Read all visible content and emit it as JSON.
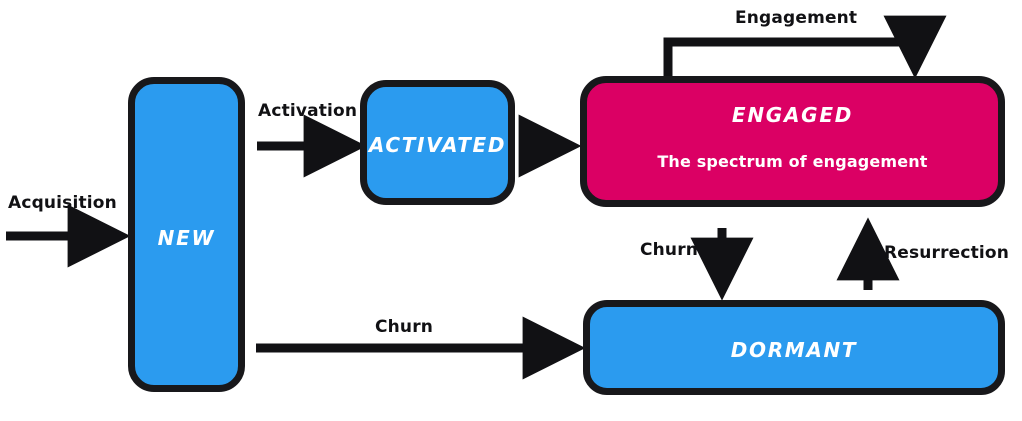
{
  "diagram": {
    "title": "User lifecycle state diagram",
    "colors": {
      "blue": "#2B9BEF",
      "magenta": "#DB0064",
      "stroke": "#18181b",
      "label_text": "#111114",
      "node_text": "#ffffff",
      "background": "#ffffff"
    },
    "nodes": [
      {
        "id": "new",
        "label": "New",
        "color": "blue"
      },
      {
        "id": "activated",
        "label": "Activated",
        "color": "blue"
      },
      {
        "id": "engaged",
        "label": "Engaged",
        "color": "magenta"
      },
      {
        "id": "dormant",
        "label": "Dormant",
        "color": "blue"
      }
    ],
    "inner_captions": [
      {
        "id": "spectrum",
        "text": "The spectrum of engagement",
        "node": "engaged"
      }
    ],
    "edges": [
      {
        "id": "acquisition",
        "label": "Acquisition",
        "from": "external",
        "to": "new",
        "arrow": "single"
      },
      {
        "id": "activation",
        "label": "Activation",
        "from": "new",
        "to": "activated",
        "arrow": "single"
      },
      {
        "id": "to-engaged",
        "label": "",
        "from": "activated",
        "to": "engaged",
        "arrow": "single"
      },
      {
        "id": "engagement-loop",
        "label": "Engagement",
        "from": "engaged",
        "to": "engaged",
        "arrow": "single"
      },
      {
        "id": "churn-engaged",
        "label": "Churn",
        "from": "engaged",
        "to": "dormant",
        "arrow": "single"
      },
      {
        "id": "churn-new",
        "label": "Churn",
        "from": "new",
        "to": "dormant",
        "arrow": "single"
      },
      {
        "id": "resurrection",
        "label": "Resurrection",
        "from": "dormant",
        "to": "engaged",
        "arrow": "single"
      },
      {
        "id": "spectrum-axis",
        "label": "",
        "from": "engaged",
        "to": "engaged",
        "arrow": "double"
      }
    ]
  }
}
